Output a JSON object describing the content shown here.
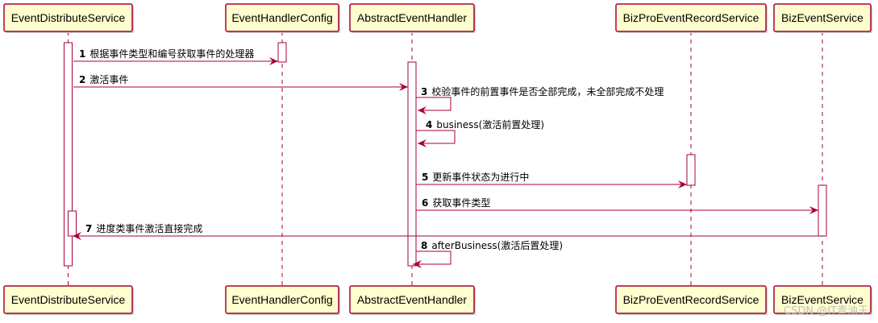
{
  "participants": [
    {
      "id": "p1",
      "name": "EventDistributeService"
    },
    {
      "id": "p2",
      "name": "EventHandlerConfig"
    },
    {
      "id": "p3",
      "name": "AbstractEventHandler"
    },
    {
      "id": "p4",
      "name": "BizProEventRecordService"
    },
    {
      "id": "p5",
      "name": "BizEventService"
    }
  ],
  "messages": [
    {
      "num": "1",
      "text": "根据事件类型和编号获取事件的处理器",
      "from": "p1",
      "to": "p2"
    },
    {
      "num": "2",
      "text": "激活事件",
      "from": "p1",
      "to": "p3"
    },
    {
      "num": "3",
      "text": "校验事件的前置事件是否全部完成，未全部完成不处理",
      "from": "p3",
      "to": "p3"
    },
    {
      "num": "4",
      "text": "business(激活前置处理)",
      "from": "p3",
      "to": "p3"
    },
    {
      "num": "5",
      "text": "更新事件状态为进行中",
      "from": "p3",
      "to": "p4"
    },
    {
      "num": "6",
      "text": "获取事件类型",
      "from": "p3",
      "to": "p5"
    },
    {
      "num": "7",
      "text": "进度类事件激活直接完成",
      "from": "p5",
      "to": "p1"
    },
    {
      "num": "8",
      "text": "afterBusiness(激活后置处理)",
      "from": "p3",
      "to": "p3"
    }
  ],
  "watermark": "CSDN @IT青油王",
  "colors": {
    "participant_fill": "#FEFECE",
    "participant_border": "#A80036",
    "lifeline": "#A80036",
    "arrow": "#A80036",
    "text": "#000000"
  }
}
